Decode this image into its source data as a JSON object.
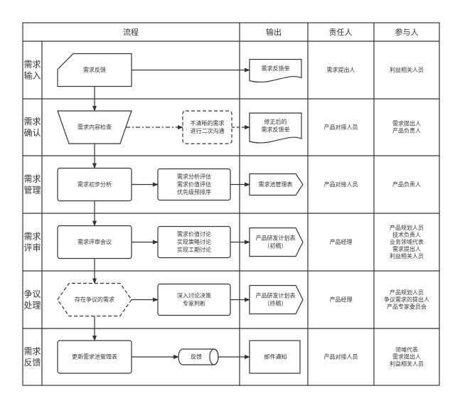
{
  "header": {
    "flow": "流程",
    "output": "输出",
    "owner": "责任人",
    "participants": "参与人"
  },
  "rows": [
    {
      "stage": [
        "需求",
        "输入"
      ],
      "process": {
        "lines": [
          "需求反馈"
        ],
        "shape": "manual-input"
      },
      "side": null,
      "output": {
        "lines": [
          "需求反馈单"
        ],
        "shape": "document"
      },
      "owner": [
        "需求提出人"
      ],
      "participants": [
        "利益相关人员"
      ]
    },
    {
      "stage": [
        "需求",
        "确认"
      ],
      "process": {
        "lines": [
          "需求内容检查"
        ],
        "shape": "manual-operation"
      },
      "side": {
        "lines": [
          "不清晰的需求",
          "进行二次沟通"
        ],
        "shape": "dashed-rounded-rect",
        "connector": "dash-dot"
      },
      "output": {
        "lines": [
          "修正后的",
          "需求反馈单"
        ],
        "shape": "document"
      },
      "owner": [
        "产品对接人员"
      ],
      "participants": [
        "需求提出人",
        "产品负责人"
      ]
    },
    {
      "stage": [
        "需求",
        "管理"
      ],
      "process": {
        "lines": [
          "需求初步分析"
        ],
        "shape": "rounded-rect"
      },
      "side": {
        "lines": [
          "需求分析评估",
          "需求价值评估",
          "优先级预排序"
        ],
        "shape": "rounded-rect",
        "connector": "solid"
      },
      "output": {
        "lines": [
          "需求池管理表"
        ],
        "shape": "pentagon"
      },
      "owner": [
        "产品对接人员"
      ],
      "participants": [
        "产品负责人"
      ]
    },
    {
      "stage": [
        "需求",
        "评审"
      ],
      "process": {
        "lines": [
          "需求评审会议"
        ],
        "shape": "rounded-rect"
      },
      "side": {
        "lines": [
          "需求价值讨论",
          "实现策略讨论",
          "实现工期讨论"
        ],
        "shape": "rounded-rect",
        "connector": "solid"
      },
      "output": {
        "lines": [
          "产品研发计划表",
          "（初稿）"
        ],
        "shape": "pentagon"
      },
      "owner": [
        "产品经理"
      ],
      "participants": [
        "产品规划人员",
        "技术负责人",
        "业务领域代表",
        "需求提出人",
        "利益相关人员"
      ]
    },
    {
      "stage": [
        "争议",
        "处理"
      ],
      "process": {
        "lines": [
          "存在争议的需求"
        ],
        "shape": "dashed-hexagon"
      },
      "side": {
        "lines": [
          "深入讨论决策",
          "专家判断"
        ],
        "shape": "rounded-rect",
        "connector": "solid"
      },
      "output": {
        "lines": [
          "产品研发计划表",
          "（终稿）"
        ],
        "shape": "pentagon"
      },
      "owner": [
        "产品经理"
      ],
      "participants": [
        "产品规划人员",
        "争议需求的提出人",
        "产品专家委员会"
      ]
    },
    {
      "stage": [
        "需求",
        "反馈"
      ],
      "process": {
        "lines": [
          "更新需求池管理表"
        ],
        "shape": "rounded-rect"
      },
      "side": {
        "lines": [
          "反馈"
        ],
        "shape": "cylinder",
        "connector": "solid"
      },
      "output": {
        "lines": [
          "邮件通知"
        ],
        "shape": "rect"
      },
      "owner": [
        "产品对接人员"
      ],
      "participants": [
        "领域代表",
        "需求提出人",
        "利益相关人员"
      ]
    }
  ],
  "colors": {
    "line": "#333333",
    "text": "#333333",
    "background": "#ffffff"
  }
}
